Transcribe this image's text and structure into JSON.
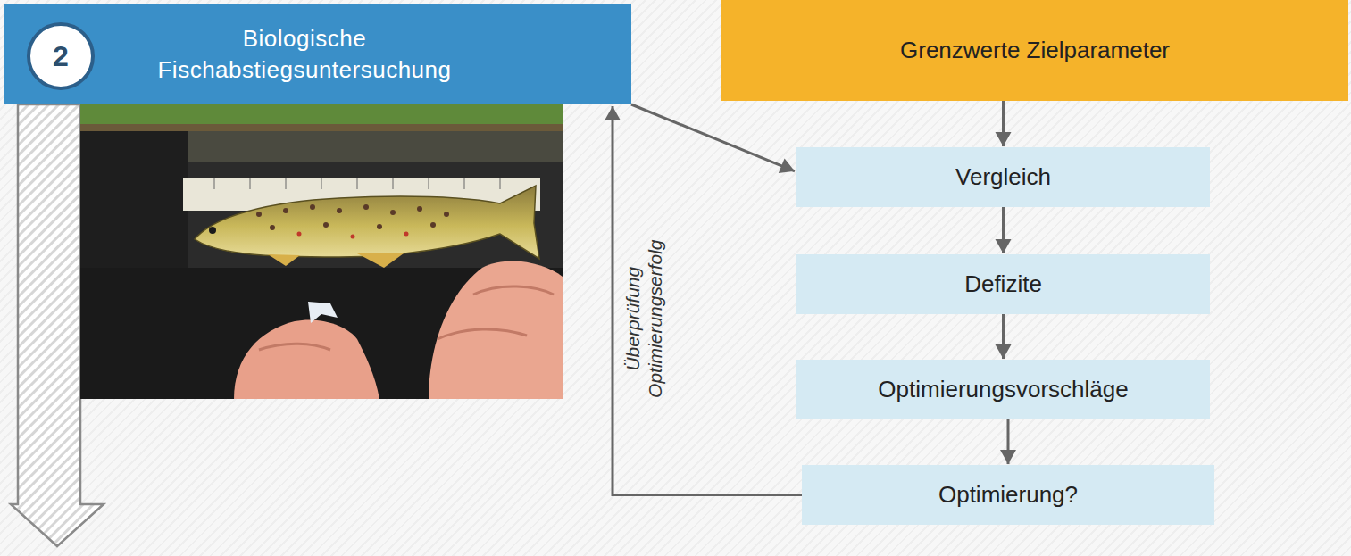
{
  "diagram": {
    "nodes": [
      {
        "text": [
          "Biologische Fischabstiegsuntersuchung"
        ]
      },
      {
        "text": [
          "2"
        ],
        "in": 0
      },
      {
        "text": [
          "Grenzwerte Zielparameter"
        ]
      },
      {
        "text": [
          "Vergleich"
        ]
      },
      {
        "text": [
          "Defizite"
        ]
      },
      {
        "text": [
          "Optimierungsvorschläge"
        ]
      },
      {
        "text": [
          "Optimierung?"
        ]
      }
    ],
    "edges": [
      {
        "from": 0,
        "to": 3,
        "arrow": "to"
      },
      {
        "from": 2,
        "to": 3,
        "arrow": "to"
      },
      {
        "from": 3,
        "to": 4,
        "arrow": "to"
      },
      {
        "from": 4,
        "to": 5,
        "arrow": "to"
      },
      {
        "from": 5,
        "to": 6,
        "arrow": "to"
      },
      {
        "from": 6,
        "to": 0,
        "label": "Überprüfung Optimierungserfolg",
        "arrow": "to"
      }
    ]
  }
}
